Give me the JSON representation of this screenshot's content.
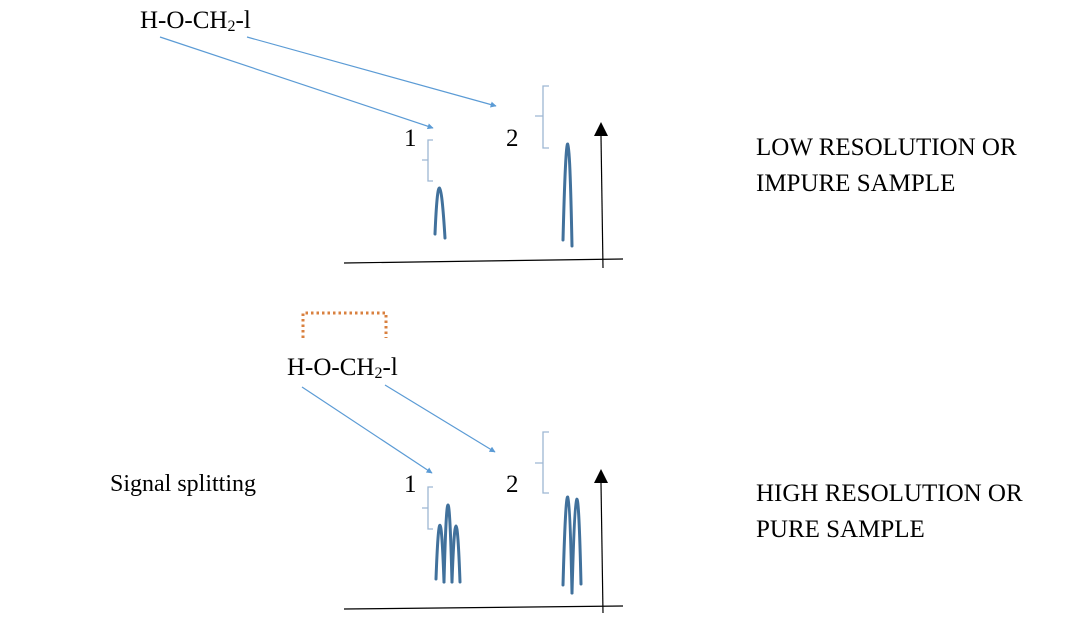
{
  "colors": {
    "arrow": "#5b9bd5",
    "bracket": "#9db6d3",
    "peak": "#41719c",
    "axis": "#000000",
    "dotted_bracket": "#d9803f"
  },
  "panels": [
    {
      "formula": {
        "pre": "H-O-CH",
        "sub": "2",
        "post": "-l"
      },
      "signal_labels": [
        "1",
        "2"
      ],
      "caption_lines": [
        "LOW RESOLUTION OR",
        "IMPURE SAMPLE"
      ],
      "signals": [
        {
          "label": "1",
          "peaks": [
            {
              "relative_height": 0.45
            }
          ]
        },
        {
          "label": "2",
          "peaks": [
            {
              "relative_height": 1.0
            }
          ]
        }
      ]
    },
    {
      "formula": {
        "pre": "H-O-CH",
        "sub": "2",
        "post": "-l"
      },
      "signal_labels": [
        "1",
        "2"
      ],
      "caption_lines": [
        "HIGH RESOLUTION OR",
        "PURE SAMPLE"
      ],
      "note": "Signal splitting",
      "signals": [
        {
          "label": "1",
          "peaks": [
            {
              "relative_height": 0.45
            },
            {
              "relative_height": 0.75
            },
            {
              "relative_height": 0.45
            }
          ]
        },
        {
          "label": "2",
          "peaks": [
            {
              "relative_height": 1.0
            },
            {
              "relative_height": 0.97
            }
          ]
        }
      ]
    }
  ]
}
